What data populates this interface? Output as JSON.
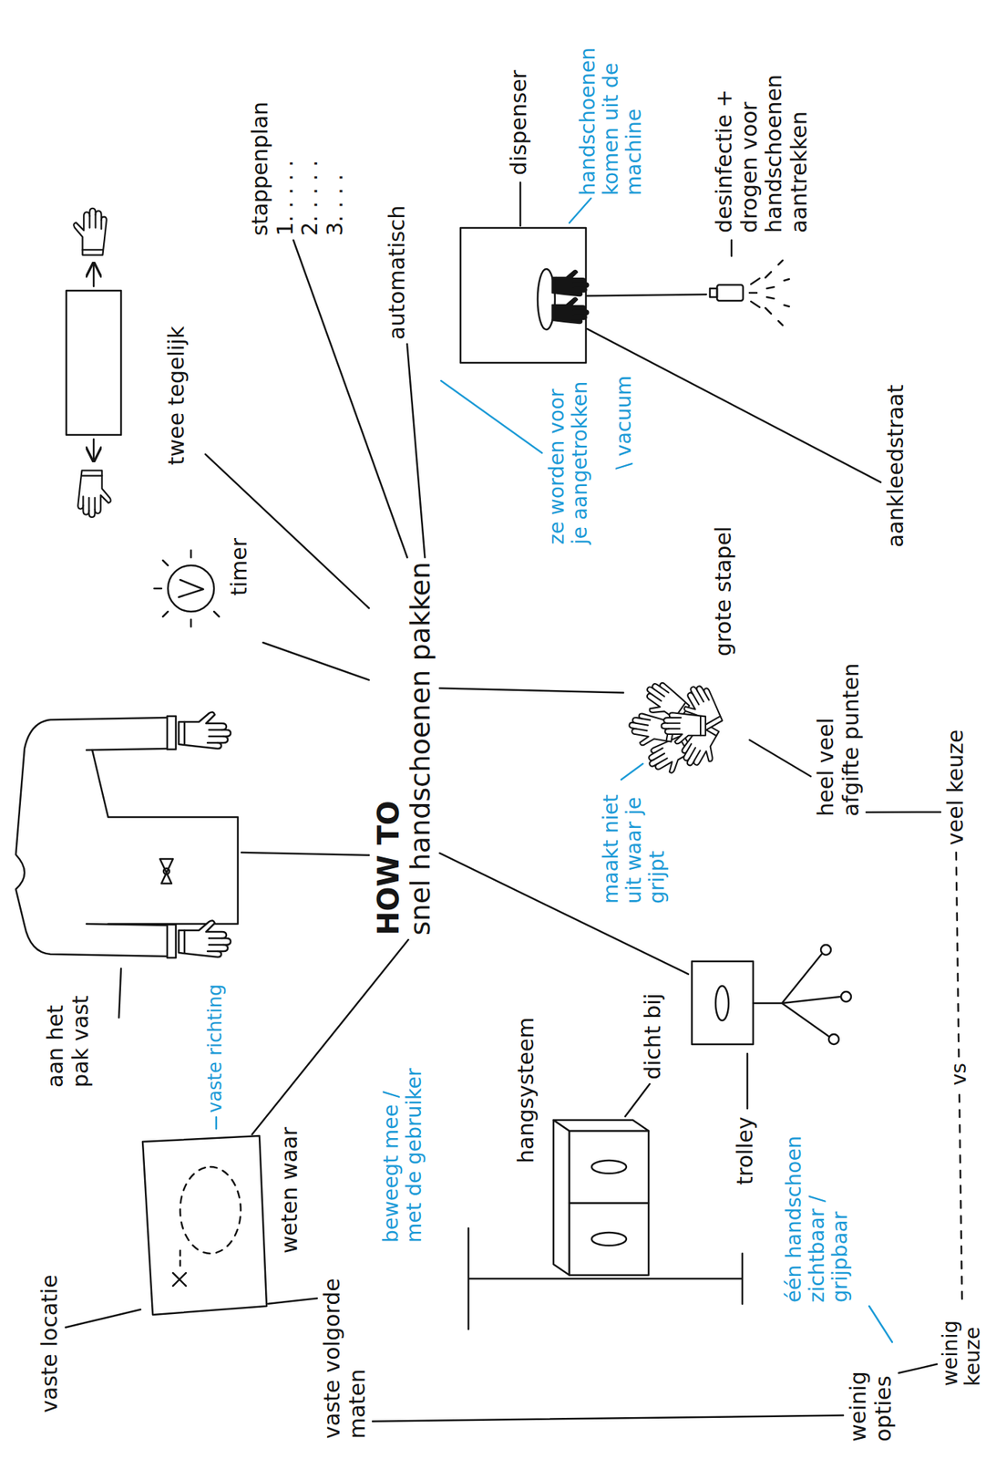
{
  "diagram": {
    "nodes": [
      {
        "text": [
          "HOW TO",
          "snel handschoenen pakken"
        ]
      },
      {
        "text": [
          "vaste locatie"
        ]
      },
      {
        "text": [
          "vaste volgorde maten"
        ]
      },
      {
        "text": [
          "weten waar"
        ]
      },
      {
        "text": [
          "aan het pak vast"
        ]
      },
      {
        "text": [
          "timer"
        ]
      },
      {
        "text": [
          "twee tegelijk"
        ]
      },
      {
        "text": [
          "stappenplan",
          "1. . . . .",
          "2. . . . .",
          "3. . . ."
        ]
      },
      {
        "text": [
          "automatisch"
        ]
      },
      {
        "text": [
          "dispenser"
        ]
      },
      {
        "text": [
          "desinfectie + drogen voor handschoenen aantrekken"
        ]
      },
      {
        "text": [
          "aankleedstraat"
        ]
      },
      {
        "text": [
          "grote stapel"
        ]
      },
      {
        "text": [
          "heel veel afgifte punten"
        ]
      },
      {
        "text": [
          "veel keuze"
        ]
      },
      {
        "text": [
          "weinig keuze"
        ]
      },
      {
        "text": [
          "weinig opties"
        ]
      },
      {
        "text": [
          "trolley"
        ]
      },
      {
        "text": [
          "dicht bij"
        ]
      },
      {
        "text": [
          "hangsysteem"
        ]
      }
    ],
    "edges": [
      {
        "from": 0,
        "to": 4,
        "arrow": "none"
      },
      {
        "from": 0,
        "to": 3,
        "arrow": "none"
      },
      {
        "from": 0,
        "to": 5,
        "arrow": "none"
      },
      {
        "from": 0,
        "to": 6,
        "arrow": "none"
      },
      {
        "from": 0,
        "to": 7,
        "arrow": "none"
      },
      {
        "from": 0,
        "to": 8,
        "arrow": "none"
      },
      {
        "from": 0,
        "to": 12,
        "arrow": "none"
      },
      {
        "from": 0,
        "to": 17,
        "arrow": "none"
      },
      {
        "from": 1,
        "to": 3,
        "arrow": "none"
      },
      {
        "from": 2,
        "to": 3,
        "arrow": "none"
      },
      {
        "from": 2,
        "to": 16,
        "arrow": "none"
      },
      {
        "from": 16,
        "to": 15,
        "arrow": "none"
      },
      {
        "from": 15,
        "to": 14,
        "label": "vs",
        "arrow": "none"
      },
      {
        "from": 13,
        "to": 14,
        "arrow": "none"
      },
      {
        "from": 12,
        "to": 13,
        "arrow": "none"
      },
      {
        "from": 9,
        "to": 10,
        "arrow": "none"
      },
      {
        "from": 9,
        "to": 11,
        "arrow": "none"
      },
      {
        "from": 19,
        "to": 18,
        "arrow": "none"
      }
    ],
    "labels": [
      "vaste richting",
      "beweegt mee / met de gebruiker",
      "één handschoen zichtbaar / grijpbaar",
      "maakt niet uit waar je grijpt",
      "ze worden voor je aangetrokken",
      "\\ vacuum",
      "handschoenen komen uit de machine"
    ]
  }
}
